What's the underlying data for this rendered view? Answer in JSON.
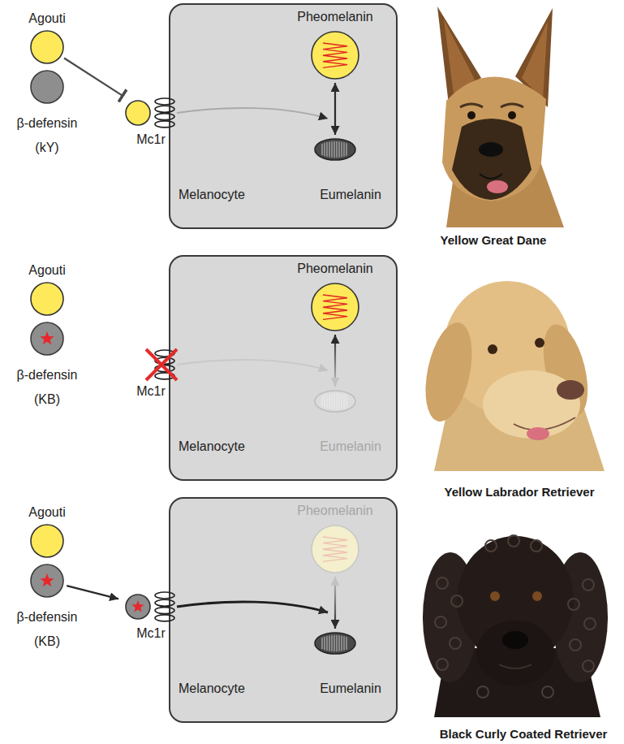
{
  "diagram": {
    "nodes": [
      {
        "text": [
          "Agouti"
        ]
      },
      {
        "text": [
          "β-defensin",
          "(kY)"
        ]
      },
      {
        "text": [
          "Mc1r"
        ]
      },
      {
        "text": [
          "Melanocyte"
        ]
      },
      {
        "text": [
          "Pheomelanin"
        ],
        "in": 3
      },
      {
        "text": [
          "Eumelanin"
        ],
        "in": 3
      },
      {
        "text": [
          "Agouti"
        ]
      },
      {
        "text": [
          "β-defensin",
          "(KB)"
        ]
      },
      {
        "text": [
          "Mc1r"
        ]
      },
      {
        "text": [
          "Melanocyte"
        ]
      },
      {
        "text": [
          "Pheomelanin"
        ],
        "in": 9
      },
      {
        "text": [
          "Eumelanin"
        ],
        "in": 9
      },
      {
        "text": [
          "Agouti"
        ]
      },
      {
        "text": [
          "β-defensin",
          "(KB)"
        ]
      },
      {
        "text": [
          "Mc1r"
        ]
      },
      {
        "text": [
          "Melanocyte"
        ]
      },
      {
        "text": [
          "Pheomelanin"
        ],
        "in": 15
      },
      {
        "text": [
          "Eumelanin"
        ],
        "in": 15
      }
    ],
    "edges": [
      {
        "from": 0,
        "to": 2,
        "arrow": "to"
      },
      {
        "from": 4,
        "to": 5,
        "arrow": "both"
      },
      {
        "from": 10,
        "to": 11,
        "arrow": "both"
      },
      {
        "from": 13,
        "to": 14,
        "arrow": "to"
      },
      {
        "from": 16,
        "to": 17,
        "arrow": "both"
      }
    ],
    "labels": [
      "Yellow Great Dane",
      "Yellow Labrador Retriever",
      "Black Curly Coated Retriever"
    ]
  }
}
